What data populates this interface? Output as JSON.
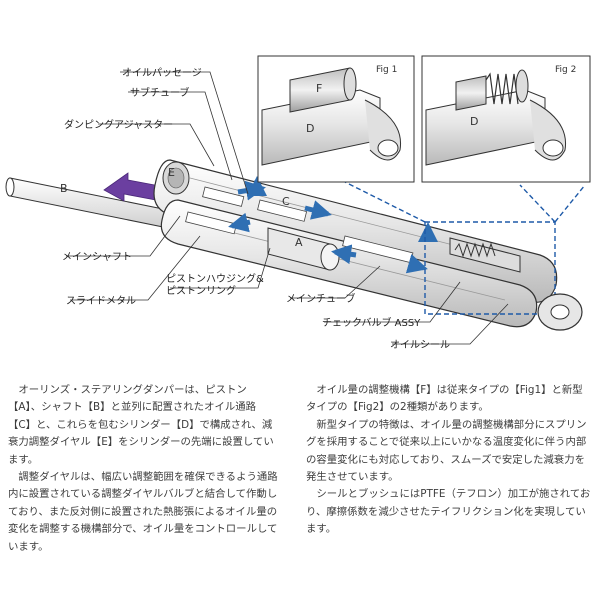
{
  "labels": {
    "oil_passage": "オイルパッセージ",
    "sub_tube": "サブチューブ",
    "damping_adjuster": "ダンピングアジャスター",
    "main_shaft": "メインシャフト",
    "piston_housing_1": "ピストンハウジング&",
    "piston_housing_2": "ピストンリング",
    "slide_metal": "スライドメタル",
    "main_tube": "メインチューブ",
    "check_valve": "チェックバルブ ASSY",
    "oil_seal": "オイルシール"
  },
  "letters": {
    "a": "A",
    "b": "B",
    "c": "C",
    "d": "D",
    "e": "E",
    "f": "F"
  },
  "figs": {
    "fig1": "Fig 1",
    "fig2": "Fig 2"
  },
  "colors": {
    "arrow_blue": "#2f6fb3",
    "arrow_purple": "#6b3fa0",
    "dashed": "#1e5aa8"
  },
  "text": {
    "left": [
      "オーリンズ・ステアリングダンパーは、ピストン【A】、シャフト【B】と並列に配置されたオイル通路【C】と、これらを包むシリンダー【D】で構成され、減衰力調整ダイヤル【E】をシリンダーの先端に設置しています。",
      "調整ダイヤルは、幅広い調整範囲を確保できるよう通路内に設置されている調整ダイヤルバルブと結合して作動しており、また反対側に設置された熱膨張によるオイル量の変化を調整する機構部分で、オイル量をコントロールしています。"
    ],
    "right": [
      "オイル量の調整機構【F】は従来タイプの【Fig1】と新型タイプの【Fig2】の2種類があります。",
      "新型タイプの特徴は、オイル量の調整機構部分にスプリングを採用することで従来以上にいかなる温度変化に伴う内部の容量変化にも対応しており、スムーズで安定した減衰力を発生させています。",
      "シールとブッシュにはPTFE（テフロン）加工が施されており、摩擦係数を減少させたテイフリクション化を実現しています。"
    ]
  }
}
